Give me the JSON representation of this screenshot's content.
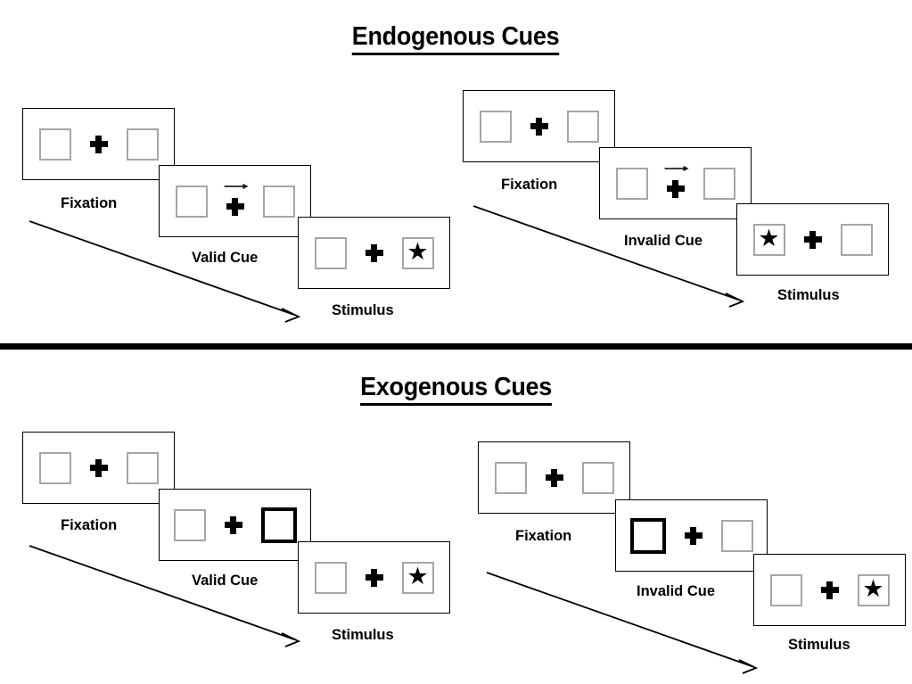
{
  "sections": [
    {
      "id": "endogenous",
      "title": "Endogenous Cues",
      "columns": [
        {
          "id": "endogenous-valid",
          "cue_type": "valid",
          "frames": [
            {
              "label": "Fixation",
              "left_box": "empty",
              "right_box": "empty",
              "cue": "none"
            },
            {
              "label": "Valid Cue",
              "left_box": "empty",
              "right_box": "empty",
              "cue": "arrow-right"
            },
            {
              "label": "Stimulus",
              "left_box": "empty",
              "right_box": "star",
              "cue": "none"
            }
          ]
        },
        {
          "id": "endogenous-invalid",
          "cue_type": "invalid",
          "frames": [
            {
              "label": "Fixation",
              "left_box": "empty",
              "right_box": "empty",
              "cue": "none"
            },
            {
              "label": "Invalid Cue",
              "left_box": "empty",
              "right_box": "empty",
              "cue": "arrow-right"
            },
            {
              "label": "Stimulus",
              "left_box": "star",
              "right_box": "empty",
              "cue": "none"
            }
          ]
        }
      ]
    },
    {
      "id": "exogenous",
      "title": "Exogenous Cues",
      "columns": [
        {
          "id": "exogenous-valid",
          "cue_type": "valid",
          "frames": [
            {
              "label": "Fixation",
              "left_box": "empty",
              "right_box": "empty",
              "cue": "none"
            },
            {
              "label": "Valid Cue",
              "left_box": "empty",
              "right_box": "highlight",
              "cue": "none"
            },
            {
              "label": "Stimulus",
              "left_box": "empty",
              "right_box": "star",
              "cue": "none"
            }
          ]
        },
        {
          "id": "exogenous-invalid",
          "cue_type": "invalid",
          "frames": [
            {
              "label": "Fixation",
              "left_box": "empty",
              "right_box": "empty",
              "cue": "none"
            },
            {
              "label": "Invalid Cue",
              "left_box": "highlight",
              "right_box": "empty",
              "cue": "none"
            },
            {
              "label": "Stimulus",
              "left_box": "empty",
              "right_box": "star",
              "cue": "none"
            }
          ]
        }
      ]
    }
  ],
  "icons": {
    "fixation_cross": "plus-cross-icon",
    "target": "star-icon",
    "endogenous_cue": "arrow-right-icon",
    "time_flow": "diagonal-arrow-icon"
  },
  "colors": {
    "ink": "#000000",
    "box_border": "#a6a6a6",
    "frame_border": "#000000",
    "background": "#ffffff"
  },
  "star_glyph": "★"
}
